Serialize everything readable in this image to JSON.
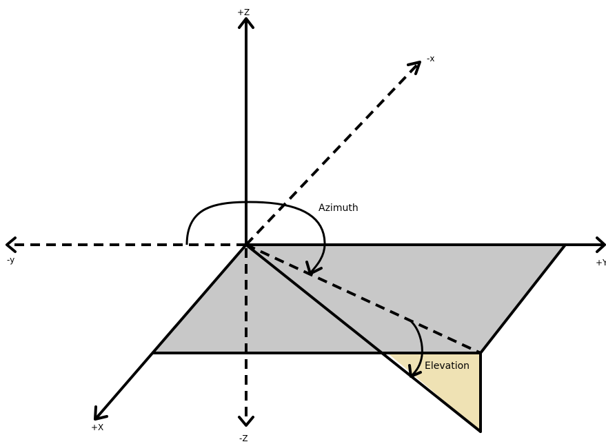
{
  "axes": {
    "pos_z": "+Z",
    "neg_z": "-Z",
    "pos_x": "+X",
    "neg_x": "-x",
    "pos_y": "+Y",
    "neg_y": "-y"
  },
  "angles": {
    "azimuth": "Azimuth",
    "elevation": "Elevation"
  },
  "colors": {
    "plane_fill": "#c8c8c8",
    "elevation_fill": "#efe2b4",
    "stroke": "#000000"
  }
}
